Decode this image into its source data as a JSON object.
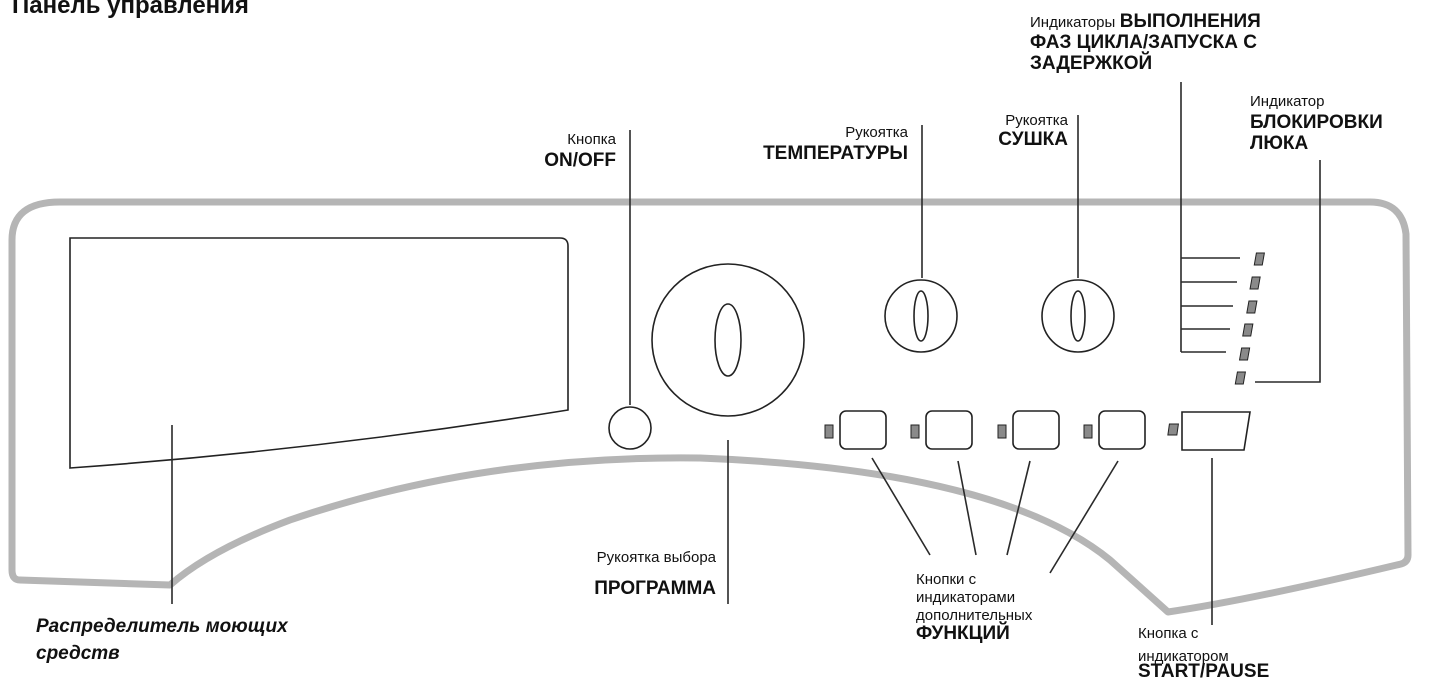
{
  "title": "Панель управления",
  "labels": {
    "on_off": {
      "small": "Кнопка",
      "big": "ON/OFF"
    },
    "temperature": {
      "small": "Рукоятка",
      "big": "ТЕМПЕРАТУРЫ"
    },
    "drying": {
      "small": "Рукоятка",
      "big": "СУШКА"
    },
    "phase_indicators": {
      "small": "Индикаторы",
      "big1": "ВЫПОЛНЕНИЯ",
      "big2": "ФАЗ ЦИКЛА/ЗАПУСКА С",
      "big3": "ЗАДЕРЖКОЙ"
    },
    "door_lock": {
      "small": "Индикатор",
      "big1": "БЛОКИРОВКИ",
      "big2": "ЛЮКА"
    },
    "program": {
      "small": "Рукоятка выбора",
      "big": "ПРОГРАММА"
    },
    "function_buttons": {
      "line1": "Кнопки с",
      "line2": "индикаторами",
      "line3": "дополнительных",
      "big": "ФУНКЦИЙ"
    },
    "start_pause": {
      "line1": "Кнопка с",
      "line2": "индикатором",
      "big": "START/PAUSE"
    },
    "dispenser": {
      "line1": "Распределитель моющих",
      "line2": "средств"
    }
  },
  "colors": {
    "panel_outline": "#b5b5b5",
    "line": "#2a2a2a",
    "indicator_fill": "#8a8a8a"
  }
}
